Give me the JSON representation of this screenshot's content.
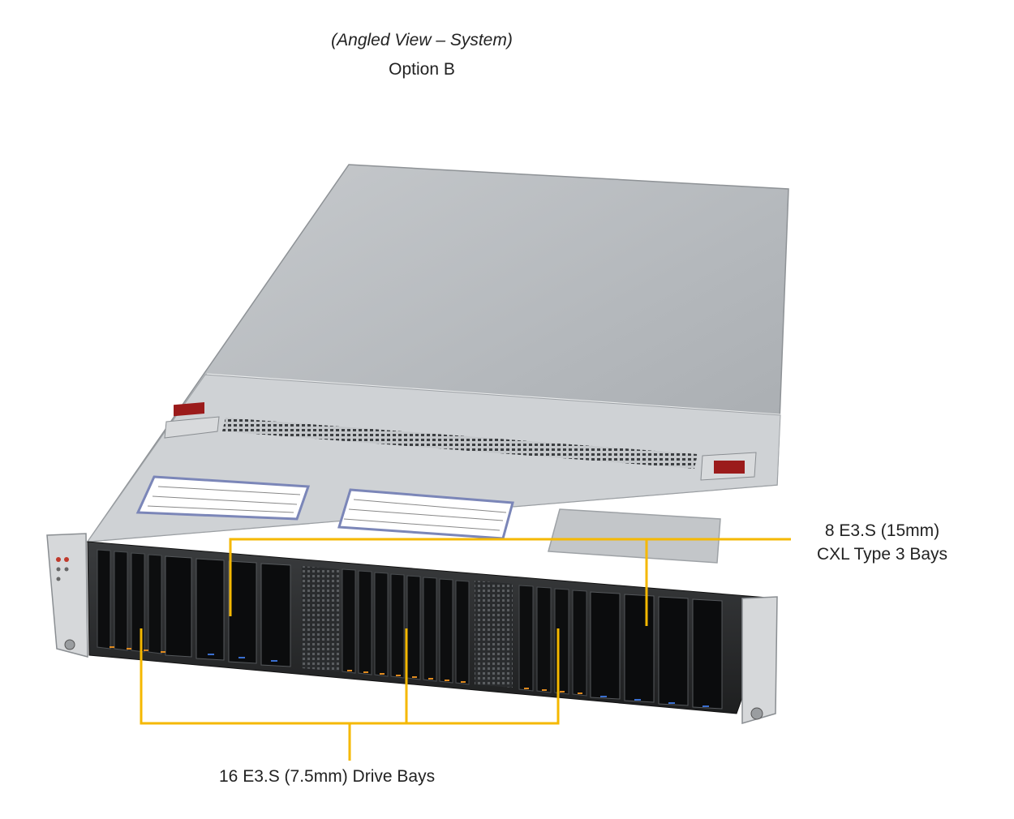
{
  "caption": {
    "view_title": "(Angled View – System)",
    "option": "Option B"
  },
  "callouts": {
    "cxl_bays": {
      "line1": "8 E3.S (15mm)",
      "line2": "CXL Type 3 Bays"
    },
    "e3s_bays": {
      "label": "16 E3.S (7.5mm) Drive Bays"
    }
  },
  "colors": {
    "callout_line": "#f5b800",
    "chassis_top": "#b5b9bd",
    "front_bezel": "#2a2c2e",
    "release_latch": "#9b1b1b"
  }
}
